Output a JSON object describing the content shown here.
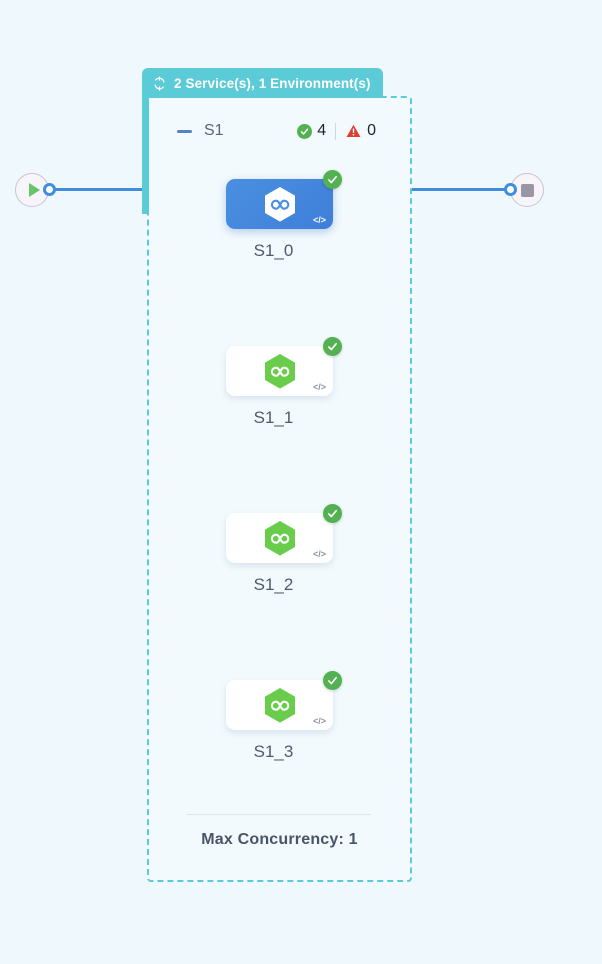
{
  "canvas": {
    "background_color": "#eff8fc",
    "panel_background_color": "#f2fafd",
    "accent_color": "#5ccbd8",
    "edge_color": "#3f8ddd",
    "selected_node_color": "#4a8fe0",
    "success_color": "#53b151",
    "error_color": "#e03c31"
  },
  "group": {
    "header_label": "2 Service(s), 1 Environment(s)",
    "header_icon": "cycle-icon",
    "name": "S1",
    "collapse_icon": "minus-icon",
    "stats": {
      "success_icon": "check-circle-icon",
      "success_count": "4",
      "error_icon": "warning-triangle-icon",
      "error_count": "0"
    },
    "footer_label": "Max Concurrency: 1"
  },
  "terminals": {
    "start": {
      "icon": "play-icon",
      "port_icon": "port-dot"
    },
    "end": {
      "icon": "stop-icon",
      "port_icon": "port-dot"
    }
  },
  "nodes": [
    {
      "label": "S1_0",
      "selected": true,
      "status_icon": "check-circle-icon",
      "code_glyph": "</>",
      "service_icon": "hexagon-infinity-icon"
    },
    {
      "label": "S1_1",
      "selected": false,
      "status_icon": "check-circle-icon",
      "code_glyph": "</>",
      "service_icon": "hexagon-infinity-icon"
    },
    {
      "label": "S1_2",
      "selected": false,
      "status_icon": "check-circle-icon",
      "code_glyph": "</>",
      "service_icon": "hexagon-infinity-icon"
    },
    {
      "label": "S1_3",
      "selected": false,
      "status_icon": "check-circle-icon",
      "code_glyph": "</>",
      "service_icon": "hexagon-infinity-icon"
    }
  ]
}
